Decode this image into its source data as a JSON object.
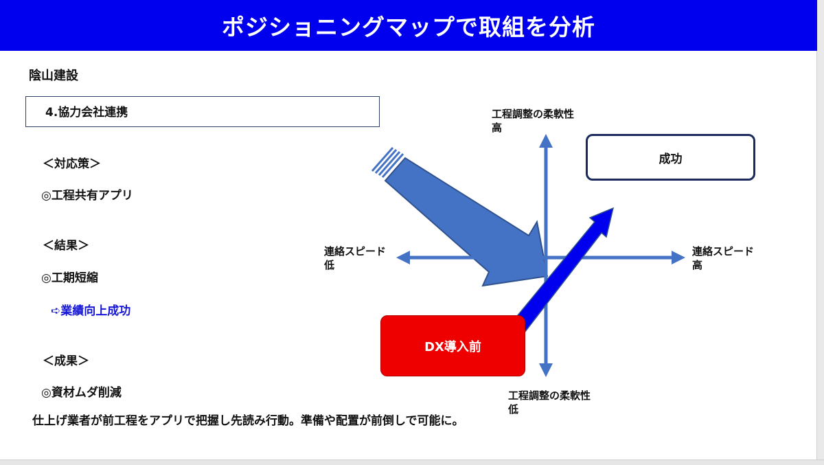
{
  "title": "ポジショニングマップで取組を分析",
  "company": "陰山建設",
  "section": "4.協力会社連携",
  "left_column": {
    "measures_heading": "＜対応策＞",
    "measures_item": "◎工程共有アプリ",
    "result_heading": "＜結果＞",
    "result_item": "◎工期短縮",
    "result_sub": "➪業績向上成功",
    "outcome_heading": "＜成果＞",
    "outcome_item": "◎資材ムダ削減"
  },
  "summary": "仕上げ業者が前工程をアプリで把握し先読み行動。準備や配置が前倒しで可能に。",
  "map": {
    "top_label": "工程調整の柔軟性",
    "top_level": "高",
    "bottom_label": "工程調整の柔軟性",
    "bottom_level": "低",
    "left_label": "連絡スピード",
    "left_level": "低",
    "right_label": "連絡スピード",
    "right_level": "高",
    "success_label": "成功",
    "before_label": "DX導入前"
  },
  "colors": {
    "title_bar": "#0000ee",
    "axis": "#4472c4",
    "big_arrow": "#4472c4",
    "small_arrow": "#0000ee",
    "before_box": "#ee0000",
    "success_border": "#1a2a5c",
    "highlight_text": "#1515d6"
  }
}
